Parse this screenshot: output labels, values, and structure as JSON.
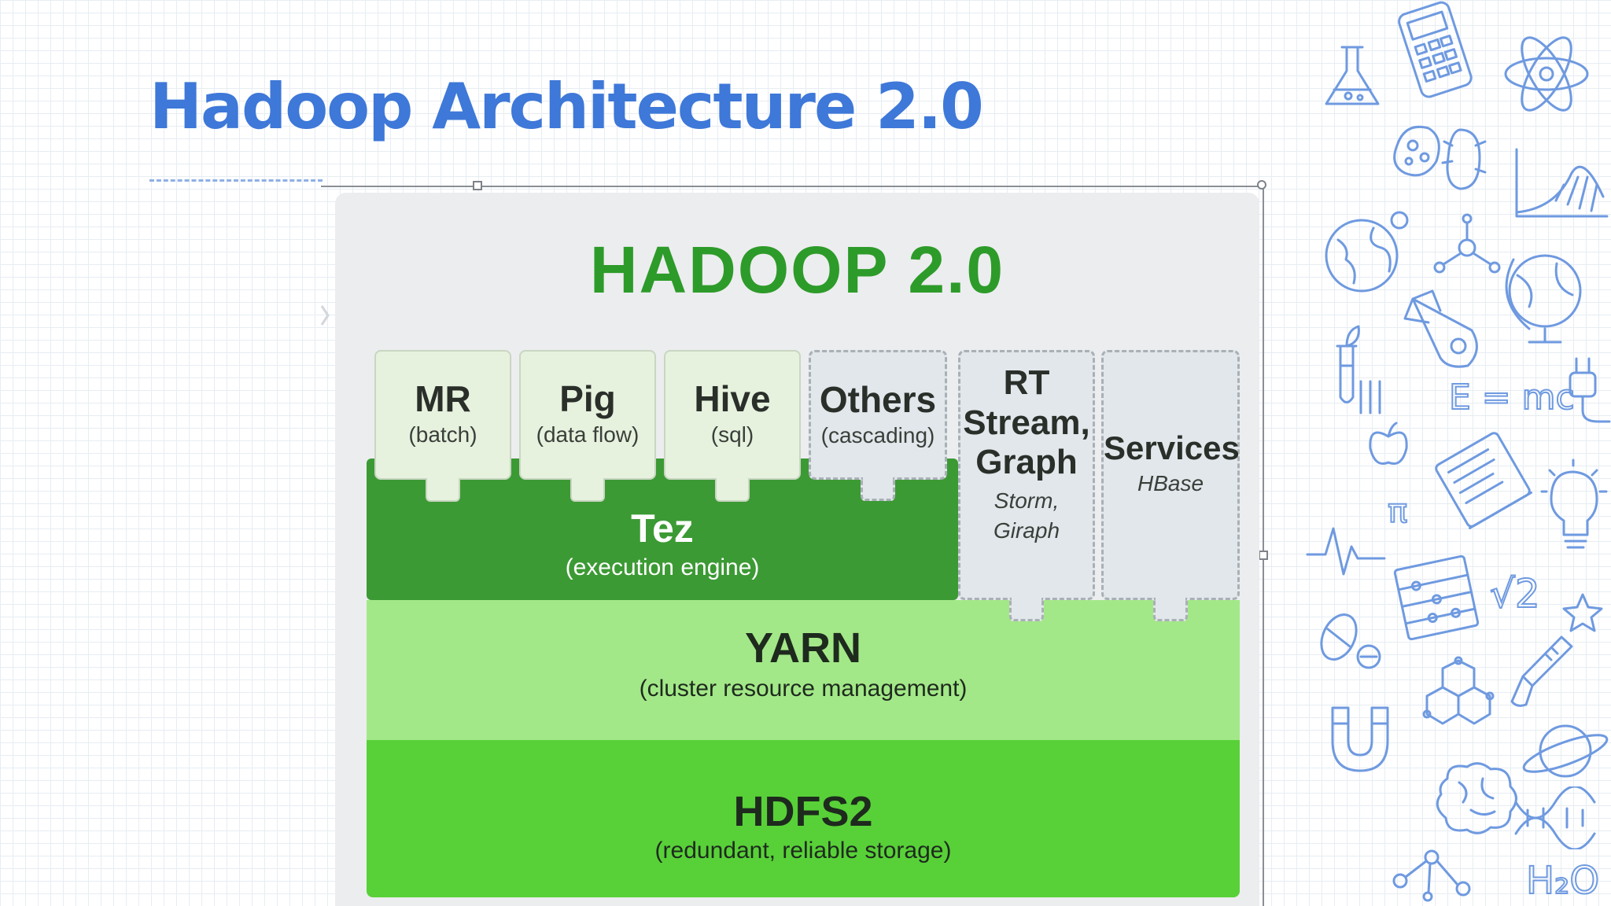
{
  "slide": {
    "title": "Hadoop Architecture 2.0"
  },
  "diagram": {
    "title": "HADOOP 2.0",
    "apps": [
      {
        "name": "MR",
        "sub": "(batch)"
      },
      {
        "name": "Pig",
        "sub": "(data flow)"
      },
      {
        "name": "Hive",
        "sub": "(sql)"
      },
      {
        "name": "Others",
        "sub": "(cascading)"
      }
    ],
    "tez": {
      "name": "Tez",
      "sub": "(execution engine)"
    },
    "rt": {
      "name_line1": "RT",
      "name_line2": "Stream,",
      "name_line3": "Graph",
      "sub_line1": "Storm,",
      "sub_line2": "Giraph"
    },
    "services": {
      "name": "Services",
      "sub": "HBase"
    },
    "yarn": {
      "name": "YARN",
      "sub": "(cluster resource management)"
    },
    "hdfs": {
      "name": "HDFS2",
      "sub": "(redundant, reliable storage)"
    }
  },
  "colors": {
    "title": "#3e78d8",
    "diagram_title": "#2d9b29",
    "tez": "#3c9a34",
    "yarn": "#a3e888",
    "hdfs": "#58d138"
  },
  "doodle_icons": [
    "flask-icon",
    "calculator-icon",
    "atom-icon",
    "bacteria-icon",
    "graph-icon",
    "globe-icon",
    "molecule-icon",
    "rocket-icon",
    "test-tube-icon",
    "apple-icon",
    "plug-icon",
    "book-icon",
    "lightbulb-icon",
    "heartbeat-icon",
    "abacus-icon",
    "star-icon",
    "pill-icon",
    "magnet-icon",
    "hexagon-molecule-icon",
    "thermometer-icon",
    "planet-icon",
    "brain-icon",
    "dna-icon"
  ],
  "doodle_text": {
    "formula": "E = mc²",
    "sqrt": "√2",
    "water": "H₂O",
    "pi": "π"
  }
}
